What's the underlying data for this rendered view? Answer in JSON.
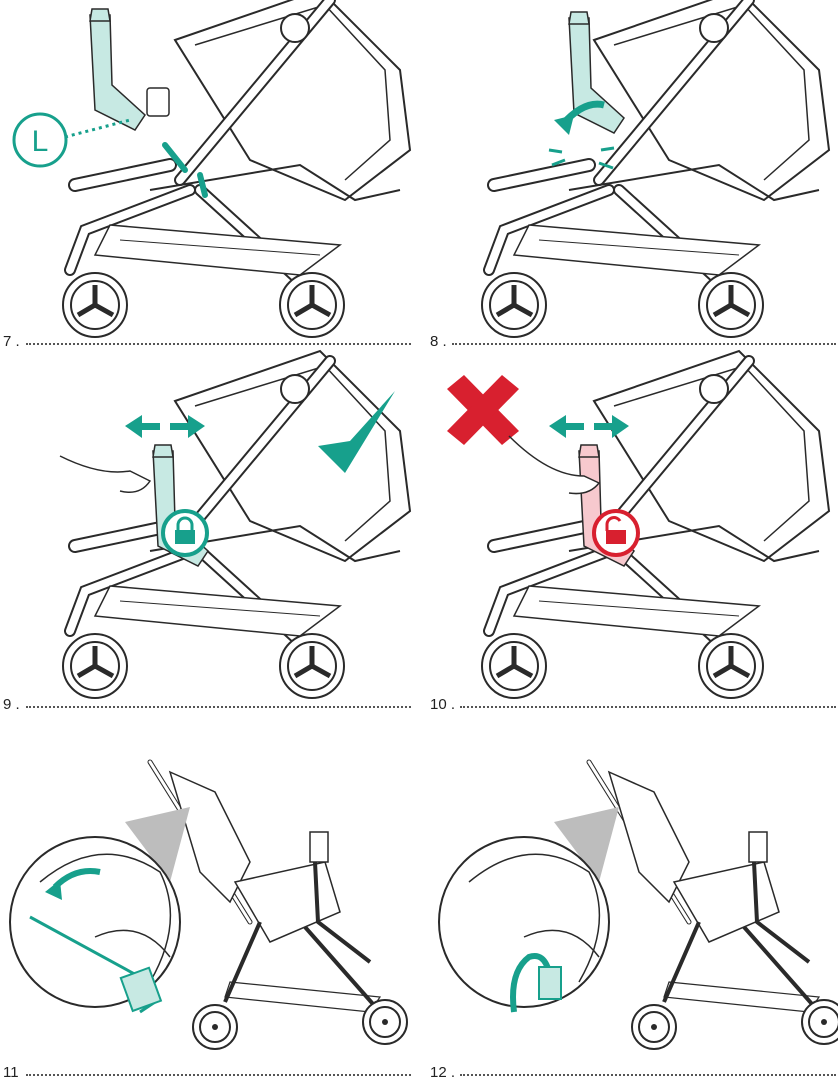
{
  "colors": {
    "accent": "#17a08c",
    "error": "#d8202f",
    "line": "#2a2a2a",
    "frame": "#ffffff",
    "muted": "#bdbdbd"
  },
  "steps": [
    {
      "number": "7",
      "separator": "."
    },
    {
      "number": "8",
      "separator": "."
    },
    {
      "number": "9",
      "separator": "."
    },
    {
      "number": "10",
      "separator": "."
    },
    {
      "number": "11",
      "separator": ""
    },
    {
      "number": "12",
      "separator": "."
    }
  ],
  "callout": {
    "letter": "L"
  },
  "icons": {
    "locked": "padlock-closed-icon",
    "unlocked": "padlock-open-icon",
    "correct": "checkmark-icon",
    "incorrect": "cross-icon",
    "direction": "double-arrow-icon",
    "rotation": "curved-arrow-icon"
  }
}
